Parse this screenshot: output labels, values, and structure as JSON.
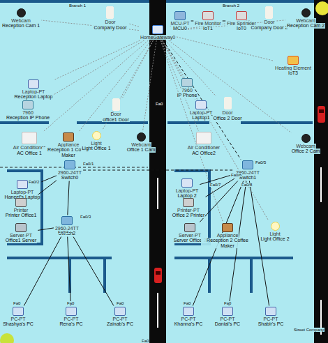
{
  "diagram": {
    "nodes": [
      {
        "text": [
          "HomeGateway0"
        ]
      },
      {
        "text": [
          "Webcam",
          "Reception Cam 1"
        ]
      },
      {
        "text": [
          "Door",
          "Company Door"
        ]
      },
      {
        "text": [
          "MCU-PT",
          "MCU0"
        ]
      },
      {
        "text": [
          "Fire Monitor",
          "IoT1"
        ]
      },
      {
        "text": [
          "Fire Sprinkler",
          "IoT0"
        ]
      },
      {
        "text": [
          "Door",
          "Company Door 2"
        ]
      },
      {
        "text": [
          "Webcam",
          "Reception Cam 2"
        ]
      },
      {
        "text": [
          "Heating Element",
          "IoT3"
        ]
      },
      {
        "text": [
          "Laptop-PT",
          "Reception Laptop"
        ]
      },
      {
        "text": [
          "7960",
          "Reception IP Phone"
        ]
      },
      {
        "text": [
          "7960",
          "IP Phone"
        ]
      },
      {
        "text": [
          "Laptop-PT",
          "Laptop1"
        ]
      },
      {
        "text": [
          "Door",
          "office1 Door"
        ]
      },
      {
        "text": [
          "Air Conditioner",
          "AC Office 1"
        ]
      },
      {
        "text": [
          "Appliance",
          "Reception 1 Coffee Maker"
        ]
      },
      {
        "text": [
          "Light",
          "Light Office 1"
        ]
      },
      {
        "text": [
          "Webcam",
          "Office 1 Cam"
        ]
      },
      {
        "text": [
          "Air Conditioner",
          "AC Office2"
        ]
      },
      {
        "text": [
          "Door",
          "Office 2 Door"
        ]
      },
      {
        "text": [
          "Webcam",
          "Office 2 Cam"
        ]
      },
      {
        "text": [
          "2960-24TT",
          "Switch0"
        ]
      },
      {
        "text": [
          "2960-24TT",
          "Switch1"
        ]
      },
      {
        "text": [
          "Laptop-PT",
          "Haneef's Laptop"
        ]
      },
      {
        "text": [
          "Printer",
          "Printer Office1"
        ]
      },
      {
        "text": [
          "Server-PT",
          "Office1 Server"
        ]
      },
      {
        "text": [
          "2960-24TT",
          "Switch2"
        ]
      },
      {
        "text": [
          "Laptop-PT",
          "Laptop 2"
        ]
      },
      {
        "text": [
          "Printer-PT",
          "Office 2 Printer"
        ]
      },
      {
        "text": [
          "Server-PT",
          "Server Office 2"
        ]
      },
      {
        "text": [
          "Appliance",
          "Reception 2 Coffee Maker"
        ]
      },
      {
        "text": [
          "Light",
          "Light Office 2"
        ]
      },
      {
        "text": [
          "PC-PT",
          "Shashya's PC"
        ]
      },
      {
        "text": [
          "PC-PT",
          "Rena's PC"
        ]
      },
      {
        "text": [
          "PC-PT",
          "Zainab's PC"
        ]
      },
      {
        "text": [
          "PC-PT",
          "Khanna's PC"
        ]
      },
      {
        "text": [
          "PC-PT",
          "Danial's PC"
        ]
      },
      {
        "text": [
          "PC-PT",
          "Shabir's PC"
        ]
      }
    ],
    "edges": [
      {
        "from": 0,
        "to": 1,
        "arrow": "none"
      },
      {
        "from": 0,
        "to": 2,
        "arrow": "none"
      },
      {
        "from": 0,
        "to": 9,
        "arrow": "none"
      },
      {
        "from": 0,
        "to": 10,
        "arrow": "none"
      },
      {
        "from": 0,
        "to": 13,
        "arrow": "none"
      },
      {
        "from": 0,
        "to": 14,
        "arrow": "none"
      },
      {
        "from": 0,
        "to": 15,
        "arrow": "none"
      },
      {
        "from": 0,
        "to": 16,
        "arrow": "none"
      },
      {
        "from": 0,
        "to": 17,
        "arrow": "none"
      },
      {
        "from": 0,
        "to": 3,
        "arrow": "none"
      },
      {
        "from": 0,
        "to": 6,
        "arrow": "none"
      },
      {
        "from": 0,
        "to": 7,
        "arrow": "none"
      },
      {
        "from": 0,
        "to": 8,
        "arrow": "none"
      },
      {
        "from": 0,
        "to": 11,
        "arrow": "none"
      },
      {
        "from": 0,
        "to": 12,
        "arrow": "none"
      },
      {
        "from": 0,
        "to": 19,
        "arrow": "none"
      },
      {
        "from": 0,
        "to": 18,
        "arrow": "none"
      },
      {
        "from": 0,
        "to": 20,
        "arrow": "none"
      },
      {
        "from": 0,
        "to": 30,
        "arrow": "none"
      },
      {
        "from": 0,
        "to": 31,
        "arrow": "none"
      },
      {
        "from": 3,
        "to": 4,
        "arrow": "none"
      },
      {
        "from": 4,
        "to": 5,
        "arrow": "none"
      },
      {
        "from": 21,
        "to": 22,
        "arrow": "none"
      },
      {
        "from": 0,
        "to": 22,
        "arrow": "none"
      },
      {
        "from": 21,
        "to": 23,
        "arrow": "none"
      },
      {
        "from": 21,
        "to": 24,
        "arrow": "none"
      },
      {
        "from": 21,
        "to": 26,
        "arrow": "none"
      },
      {
        "from": 26,
        "to": 25,
        "arrow": "none"
      },
      {
        "from": 26,
        "to": 32,
        "arrow": "none"
      },
      {
        "from": 26,
        "to": 33,
        "arrow": "none"
      },
      {
        "from": 26,
        "to": 34,
        "arrow": "none"
      },
      {
        "from": 22,
        "to": 27,
        "arrow": "none"
      },
      {
        "from": 22,
        "to": 28,
        "arrow": "none"
      },
      {
        "from": 22,
        "to": 29,
        "arrow": "none"
      },
      {
        "from": 22,
        "to": 35,
        "arrow": "none"
      },
      {
        "from": 22,
        "to": 36,
        "arrow": "none"
      },
      {
        "from": 22,
        "to": 37,
        "arrow": "none"
      }
    ],
    "labels": [
      "Branch 1",
      "Branch 2",
      "Fa0/1",
      "Fa0/2",
      "Fa0",
      "Fa0/3",
      "Fa0/4",
      "Fa0/5",
      "Fa0/6",
      "Fa0/7",
      "Fa0/8",
      "Fa0",
      "Fa0",
      "Fa0",
      "Fa0",
      "Fa0",
      "Fa0",
      "Street Company"
    ]
  }
}
